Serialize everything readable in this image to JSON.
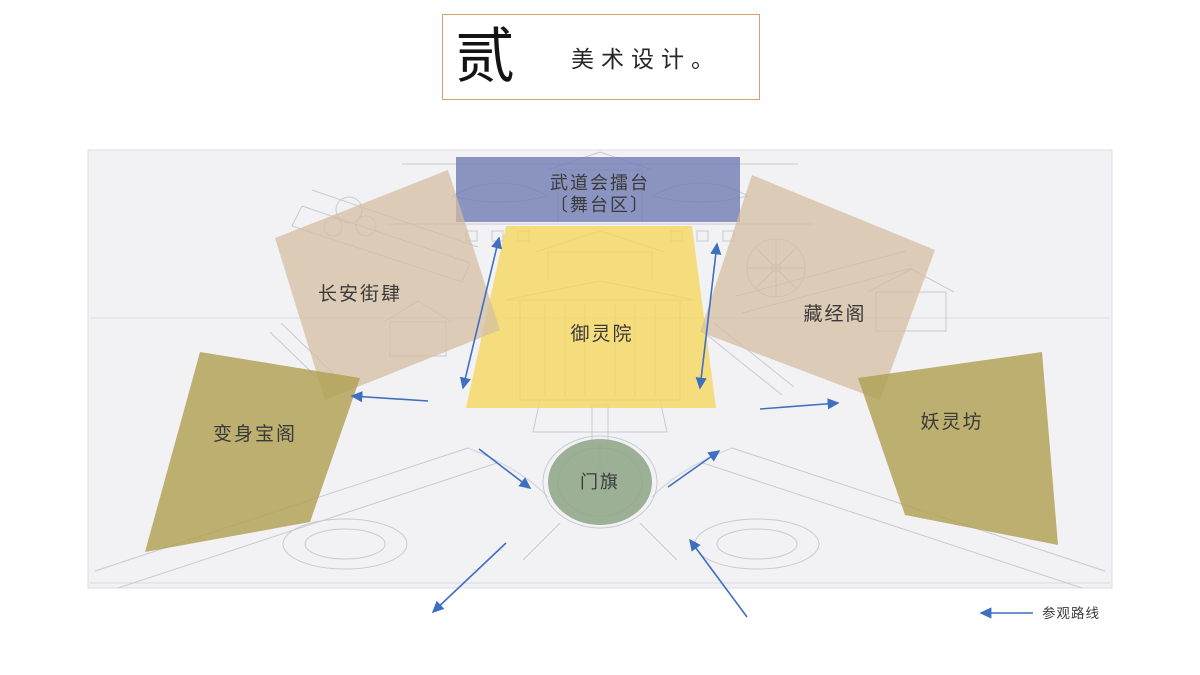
{
  "header": {
    "section_number": "贰",
    "title": "美术设计。"
  },
  "zones": {
    "stage": {
      "name": "武道会擂台",
      "subname": "〔舞台区〕"
    },
    "street": {
      "name": "长安街肆"
    },
    "courtyard": {
      "name": "御灵院"
    },
    "pavilion": {
      "name": "藏经阁"
    },
    "transform": {
      "name": "变身宝阁"
    },
    "workshop": {
      "name": "妖灵坊"
    },
    "flag": {
      "name": "门旗"
    }
  },
  "legend": {
    "route_label": "参观路线"
  },
  "colors": {
    "header_border": "#d8a06e",
    "canvas_bg": "#f2f2f4",
    "sketch": "#c6c8d2",
    "route": "#3f6fc1",
    "stage_zone": "#707cb4",
    "courtyard_zone": "#f6d75c",
    "street_zone": "#d3bc9f",
    "pavilion_zone": "#d3bc9f",
    "transform_zone": "#b0a053",
    "workshop_zone": "#b0a053",
    "flag_zone": "#8fa687",
    "label_text": "#3a3a3a"
  }
}
